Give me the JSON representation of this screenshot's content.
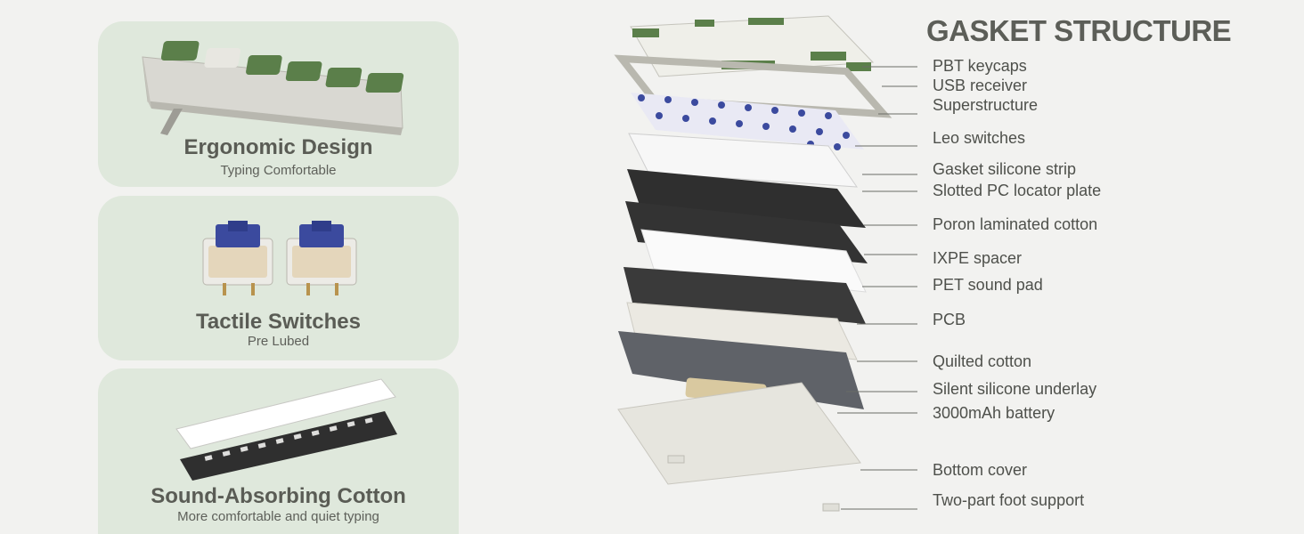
{
  "features": [
    {
      "title": "Ergonomic Design",
      "subtitle": "Typing Comfortable",
      "icon": "keyboard-side-icon"
    },
    {
      "title": "Tactile Switches",
      "subtitle": "Pre Lubed",
      "icon": "switch-icon"
    },
    {
      "title": "Sound-Absorbing Cotton",
      "subtitle": "More comfortable and quiet typing",
      "icon": "cotton-plate-icon"
    }
  ],
  "diagram": {
    "title": "GASKET STRUCTURE",
    "layers": [
      "PBT keycaps",
      "USB receiver",
      "Superstructure",
      "Leo switches",
      "Gasket silicone strip",
      "Slotted PC locator plate",
      "Poron laminated cotton",
      "IXPE spacer",
      "PET sound pad",
      "PCB",
      "Quilted cotton",
      "Silent silicone underlay",
      "3000mAh battery",
      "Bottom cover",
      "Two-part foot support"
    ]
  },
  "colors": {
    "card_bg": "#dfe8dc",
    "keycap_green": "#5b7f4a",
    "switch_blue": "#3b4a9e",
    "plate_dark": "#333333"
  }
}
